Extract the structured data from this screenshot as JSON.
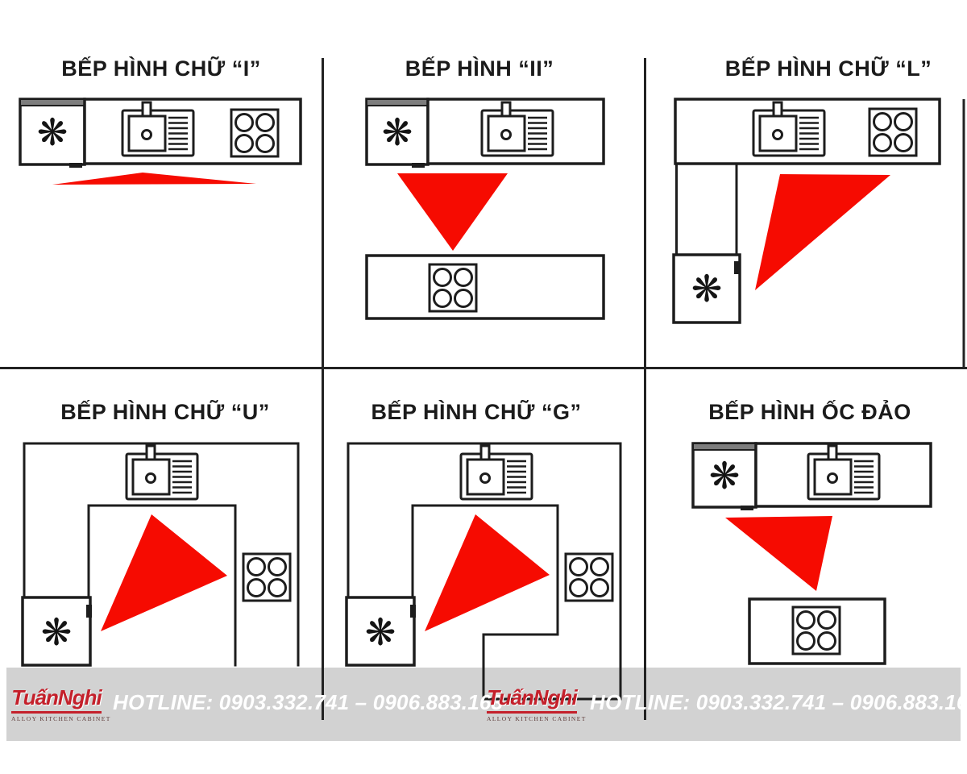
{
  "colors": {
    "line": "#1d1d1d",
    "triangle": "#f60b01",
    "footer_bg": "#d2d2d2",
    "logo_red": "#c4202b",
    "hotline_text": "#ffffff",
    "fridge_top": "#7d7d7d"
  },
  "icons": {
    "fridge_snowflake": "❋"
  },
  "cells": [
    {
      "id": "i",
      "title": "BẾP HÌNH CHỮ “I”"
    },
    {
      "id": "ii",
      "title": "BẾP HÌNH  “II”"
    },
    {
      "id": "l",
      "title": "BẾP HÌNH  CHỮ “L”"
    },
    {
      "id": "u",
      "title": "BẾP HÌNH  CHỮ “U”"
    },
    {
      "id": "g",
      "title": "BẾP HÌNH  CHỮ “G”"
    },
    {
      "id": "island",
      "title": "BẾP HÌNH  ỐC ĐẢO"
    }
  ],
  "footer": {
    "brand": "TuấnNghi",
    "brand_sub": "ALLOY KITCHEN CABINET",
    "hotline": "HOTLINE: 0903.332.741 – 0906.883.163"
  }
}
